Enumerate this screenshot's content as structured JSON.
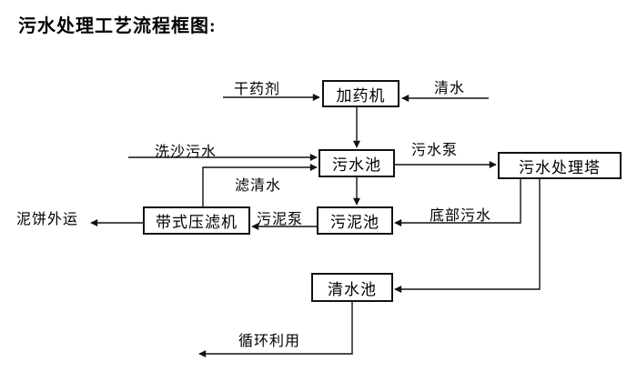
{
  "title": "污水处理工艺流程框图:",
  "diagram_type": "flowchart",
  "colors": {
    "background": "#ffffff",
    "line": "#111111",
    "text": "#000000",
    "node_fill": "#ffffff",
    "node_border": "#111111"
  },
  "nodes": {
    "dosing_machine": {
      "label": "加药机"
    },
    "sewage_pool": {
      "label": "污水池"
    },
    "treatment_tower": {
      "label": "污水处理塔"
    },
    "sludge_pool": {
      "label": "污泥池"
    },
    "belt_filter_press": {
      "label": "带式压滤机"
    },
    "clean_water_pool": {
      "label": "清水池"
    }
  },
  "edges": [
    {
      "label": "干药剂",
      "from": "external_input",
      "to": "dosing_machine"
    },
    {
      "label": "清水",
      "from": "external_input",
      "to": "dosing_machine"
    },
    {
      "label": "",
      "from": "dosing_machine",
      "to": "sewage_pool"
    },
    {
      "label": "洗沙污水",
      "from": "external_input",
      "to": "sewage_pool"
    },
    {
      "label": "滤清水",
      "from": "belt_filter_press",
      "to": "sewage_pool"
    },
    {
      "label": "污水泵",
      "from": "sewage_pool",
      "to": "treatment_tower"
    },
    {
      "label": "",
      "from": "sewage_pool",
      "to": "sludge_pool"
    },
    {
      "label": "底部污水",
      "from": "treatment_tower",
      "to": "sludge_pool"
    },
    {
      "label": "",
      "from": "treatment_tower",
      "to": "clean_water_pool"
    },
    {
      "label": "污泥泵",
      "from": "sludge_pool",
      "to": "belt_filter_press"
    },
    {
      "label": "泥饼外运",
      "from": "belt_filter_press",
      "to": "external_output"
    },
    {
      "label": "循环利用",
      "from": "clean_water_pool",
      "to": "external_output"
    }
  ]
}
